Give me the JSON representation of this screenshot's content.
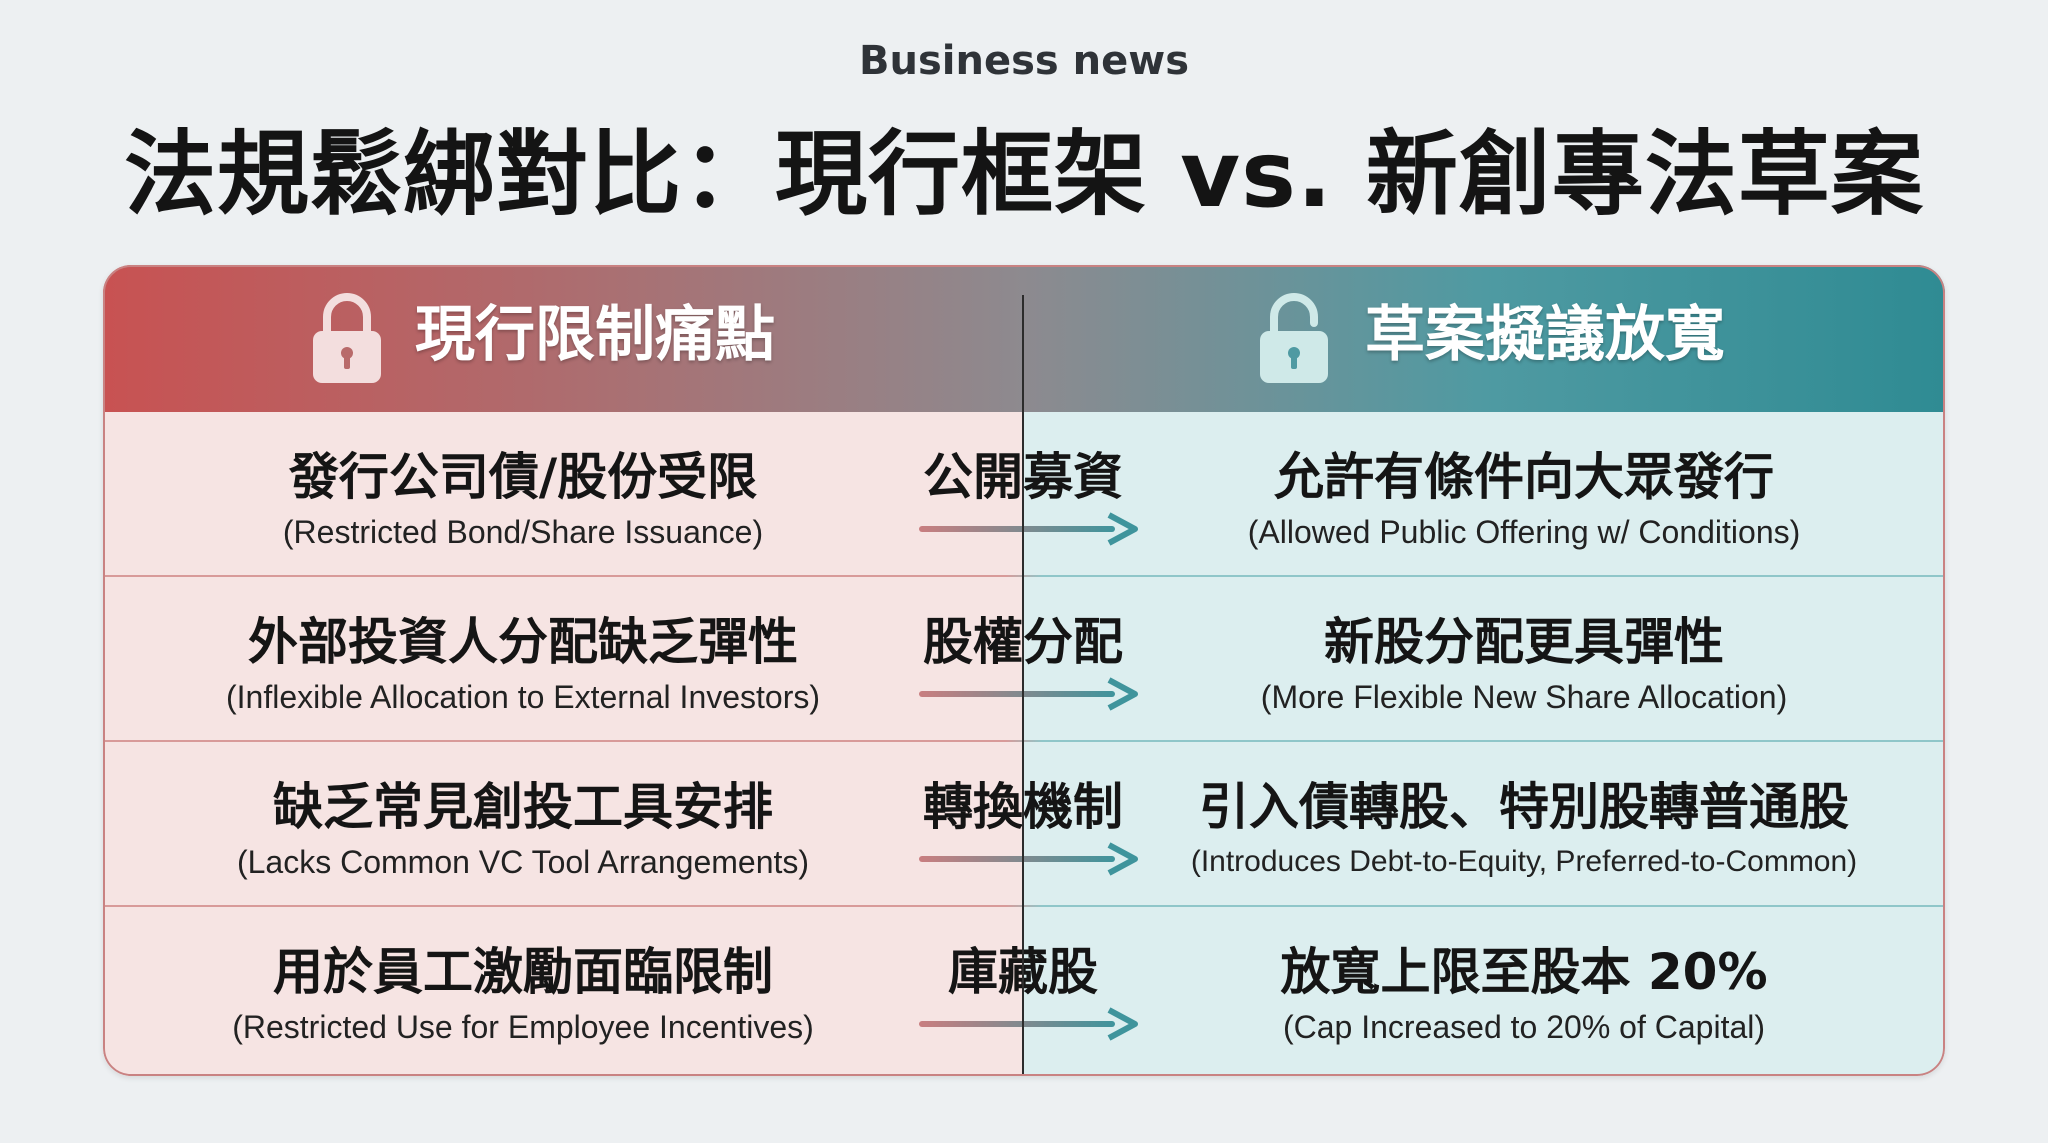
{
  "kicker": "Business news",
  "title": "法規鬆綁對比：現行框架 vs. 新創專法草案",
  "colors": {
    "left_accent": "#c85252",
    "right_accent": "#2f8b93",
    "left_body": "#f6e4e3",
    "right_body": "#dceeef"
  },
  "left_header": {
    "label": "現行限制痛點",
    "icon": "locked-padlock-icon"
  },
  "right_header": {
    "label": "草案擬議放寬",
    "icon": "unlocked-padlock-icon"
  },
  "rows": [
    {
      "left_zh": "發行公司債/股份受限",
      "left_en": "(Restricted Bond/Share Issuance)",
      "middle": "公開募資",
      "right_zh": "允許有條件向大眾發行",
      "right_en": "(Allowed Public Offering w/ Conditions)"
    },
    {
      "left_zh": "外部投資人分配缺乏彈性",
      "left_en": "(Inflexible Allocation to External Investors)",
      "middle": "股權分配",
      "right_zh": "新股分配更具彈性",
      "right_en": "(More Flexible New Share Allocation)"
    },
    {
      "left_zh": "缺乏常見創投工具安排",
      "left_en": "(Lacks Common VC Tool Arrangements)",
      "middle": "轉換機制",
      "right_zh": "引入債轉股、特別股轉普通股",
      "right_en": "(Introduces Debt-to-Equity, Preferred-to-Common)"
    },
    {
      "left_zh": "用於員工激勵面臨限制",
      "left_en": "(Restricted Use for Employee Incentives)",
      "middle": "庫藏股",
      "right_zh": "放寬上限至股本 20%",
      "right_en": "(Cap Increased to 20% of Capital)"
    }
  ]
}
